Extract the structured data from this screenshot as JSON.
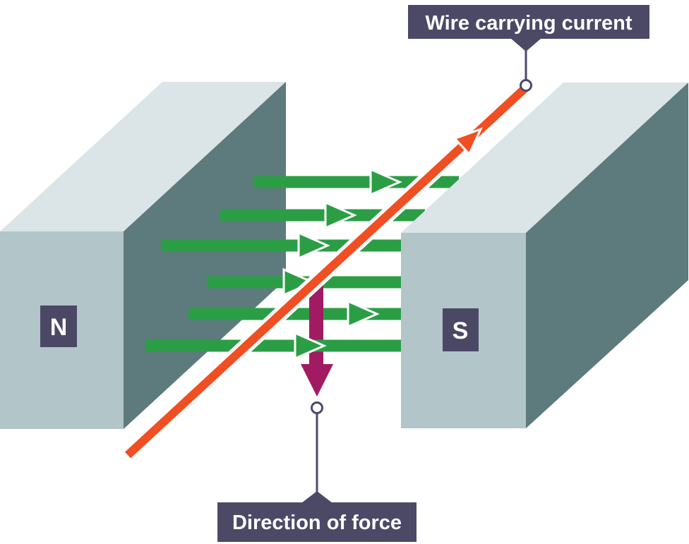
{
  "callouts": {
    "wire": {
      "label": "Wire carrying current"
    },
    "force": {
      "label": "Direction of force"
    }
  },
  "magnet_poles": {
    "north": "N",
    "south": "S"
  },
  "field_arrows": {
    "count": 6
  },
  "colors": {
    "callout_box": "#4c4967",
    "pole_badge": "#4b4866",
    "leader_line": "#4c4967",
    "field_arrow_green": "#2b9e45",
    "wire_orange": "#f04e23",
    "force_arrow_magenta": "#a01b62",
    "magnet_front_face": "#b2c5c9",
    "magnet_top_face": "#dbe4e6",
    "magnet_inner_face": "#5d7a7d",
    "background": "#ffffff"
  }
}
